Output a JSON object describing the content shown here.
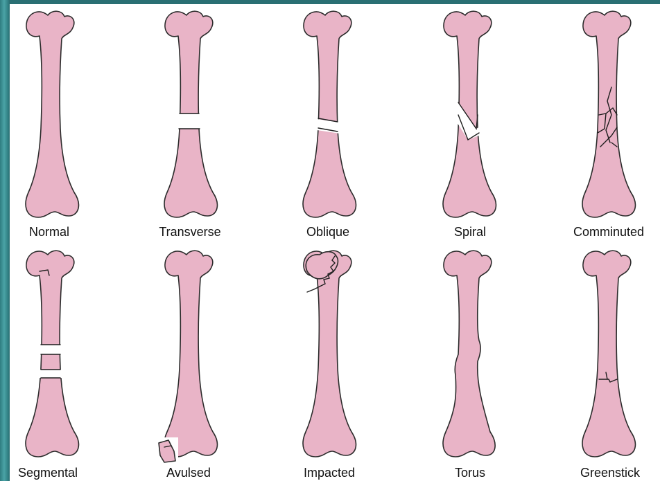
{
  "colors": {
    "background": "#2a6f73",
    "panel": "#ffffff",
    "bone": "#e9b4c7",
    "outline": "#2b2b2b"
  },
  "fractures": {
    "normal": "Normal",
    "transverse": "Transverse",
    "oblique": "Oblique",
    "spiral": "Spiral",
    "comminuted": "Comminuted",
    "segmental": "Segmental",
    "avulsed": "Avulsed",
    "impacted": "Impacted",
    "torus": "Torus",
    "greenstick": "Greenstick"
  }
}
